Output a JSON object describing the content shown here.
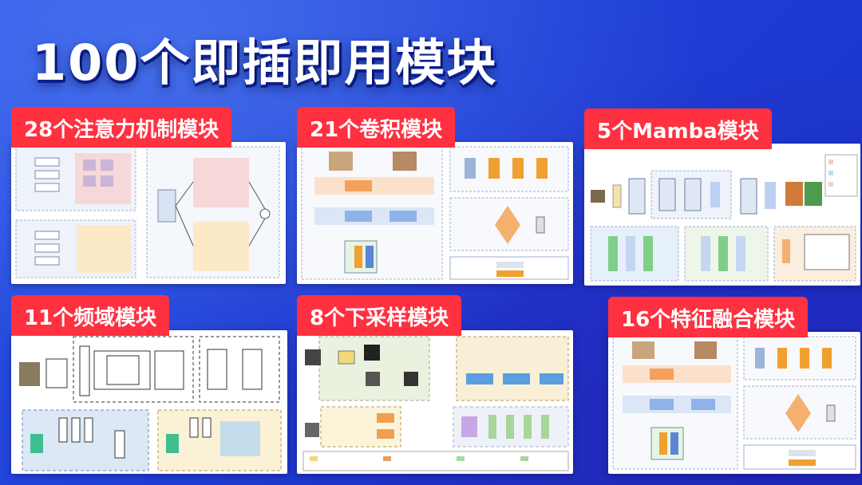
{
  "title": "100个即插即用模块",
  "cards": [
    {
      "label": "28个注意力机制模块"
    },
    {
      "label": "21个卷积模块"
    },
    {
      "label": "5个Mamba模块"
    },
    {
      "label": "11个频域模块"
    },
    {
      "label": "8个下采样模块"
    },
    {
      "label": "16个特征融合模块"
    }
  ],
  "colors": {
    "background": "#2147dc",
    "label_bg": "#ff3040",
    "title_shadow": "#0b1f8f"
  }
}
